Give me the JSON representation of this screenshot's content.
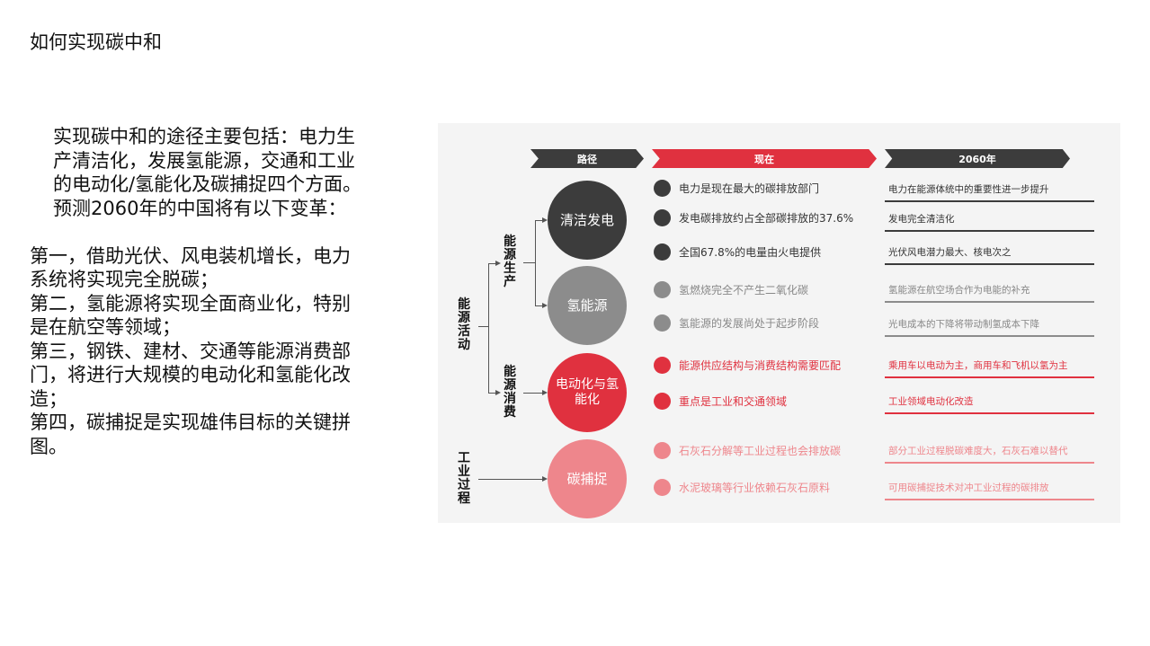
{
  "slide": {
    "title": "如何实现碳中和",
    "intro": "实现碳中和的途径主要包括：电力生产清洁化，发展氢能源，交通和工业的电动化/氢能化及碳捕捉四个方面。预测2060年的中国将有以下变革：",
    "points": [
      "第一，借助光伏、风电装机增长，电力系统将实现完全脱碳；",
      "第二，氢能源将实现全面商业化，特别是在航空等领域；",
      "第三，钢铁、建材、交通等能源消费部门，将进行大规模的电动化和氢能化改造；",
      "第四，碳捕捉是实现雄伟目标的关键拼图。"
    ]
  },
  "diagram": {
    "headers": {
      "path": "路径",
      "now": "现在",
      "future": "2060年"
    },
    "categories": {
      "energy_activity": "能源活动",
      "energy_production": "能源生产",
      "energy_consumption": "能源消费",
      "industrial_process": "工业过程"
    },
    "colors": {
      "dark": "#3c3c3c",
      "gray": "#8c8c8c",
      "red": "#e0313f",
      "pink": "#ee868c"
    },
    "paths": [
      {
        "name": "清洁发电",
        "color": "dark",
        "now": [
          "电力是现在最大的碳排放部门",
          "发电碳排放约占全部碳排放的37.6%",
          "全国67.8%的电量由火电提供"
        ],
        "future": [
          "电力在能源体统中的重要性进一步提升",
          "发电完全清洁化",
          "光伏风电潜力最大、核电次之"
        ]
      },
      {
        "name": "氢能源",
        "color": "gray",
        "now": [
          "氢燃烧完全不产生二氧化碳",
          "氢能源的发展尚处于起步阶段"
        ],
        "future": [
          "氢能源在航空场合作为电能的补充",
          "光电成本的下降将带动制氢成本下降"
        ]
      },
      {
        "name": "电动化与氢能化",
        "color": "red",
        "now": [
          "能源供应结构与消费结构需要匹配",
          "重点是工业和交通领域"
        ],
        "future": [
          "乘用车以电动为主，商用车和飞机以氢为主",
          "工业领域电动化改造"
        ]
      },
      {
        "name": "碳捕捉",
        "color": "pink",
        "now": [
          "石灰石分解等工业过程也会排放碳",
          "水泥玻璃等行业依赖石灰石原料"
        ],
        "future": [
          "部分工业过程脱碳难度大，石灰石难以替代",
          "可用碳捕捉技术对冲工业过程的碳排放"
        ]
      }
    ]
  }
}
